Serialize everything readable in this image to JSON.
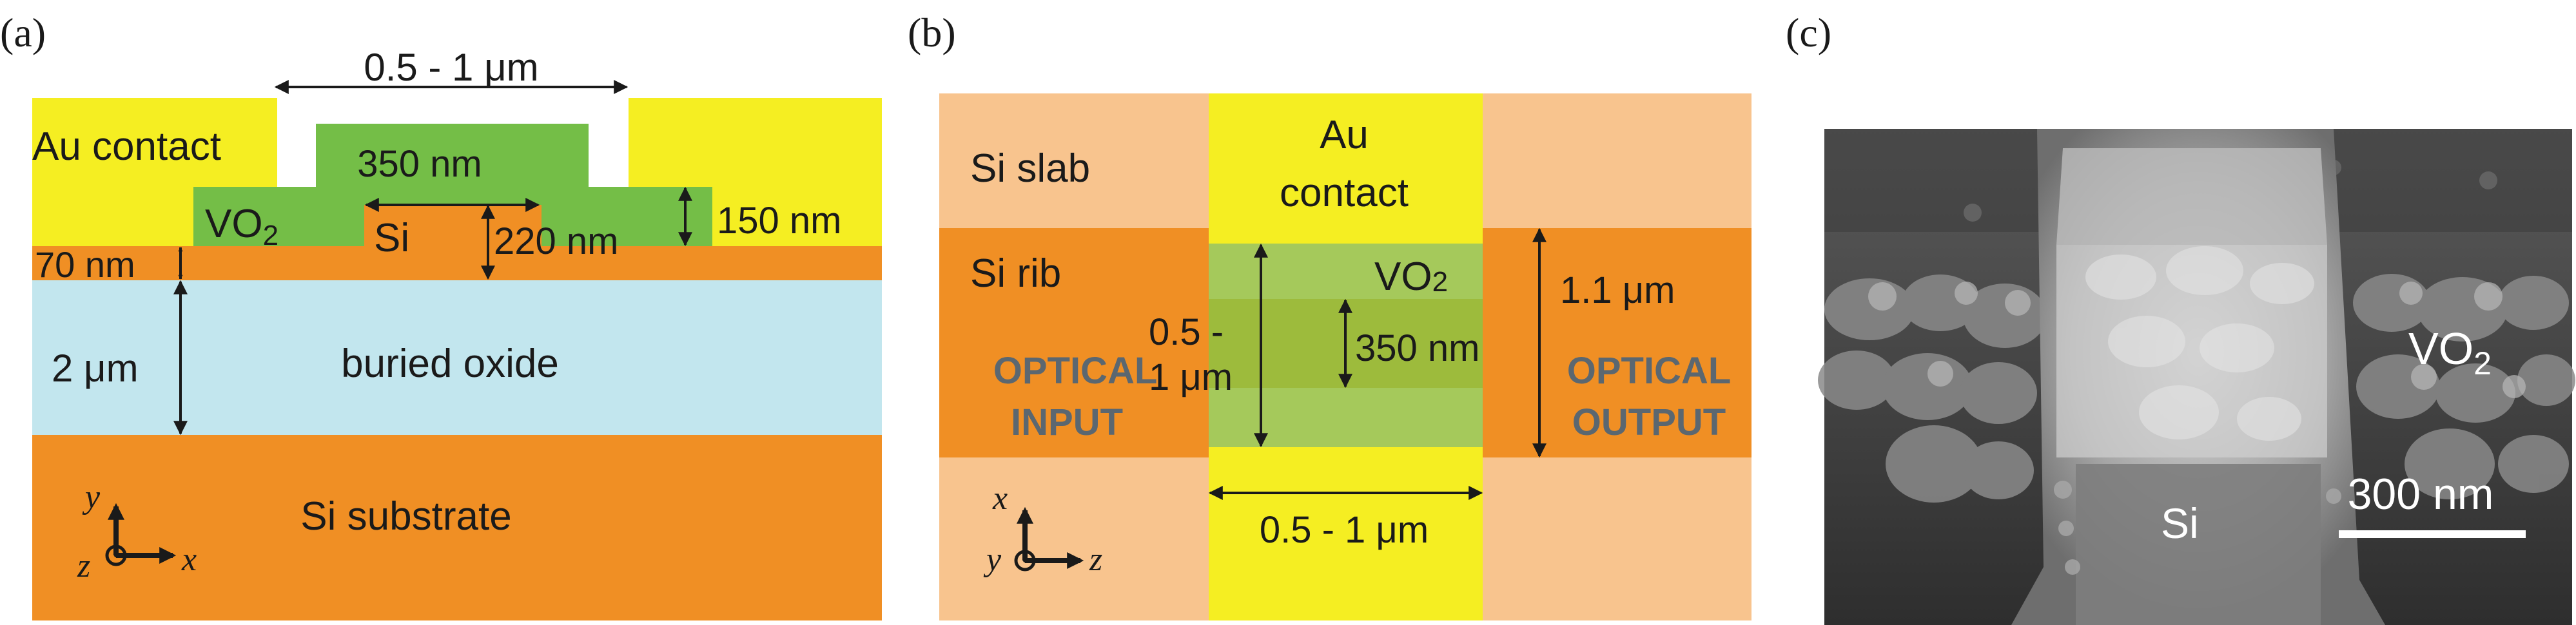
{
  "colors": {
    "gold": "#F5EE22",
    "vo2": "#74BE47",
    "si": "#F08F24",
    "si_light": "#F8C48E",
    "oxide": "#C2E6EE",
    "vo2_over_gold": "#A5C95B",
    "vo2_over_gold_dark": "#9DBB3C"
  },
  "panel_a": {
    "tag": "(a)",
    "gap_label": "0.5 - 1 μm",
    "au_contact": "Au contact",
    "width_350": "350 nm",
    "vo2_main": "VO",
    "vo2_sub": "2",
    "si": "Si",
    "h_220": "220 nm",
    "h_150": "150 nm",
    "h_70": "70 nm",
    "h_2um": "2 μm",
    "buried_oxide": "buried oxide",
    "si_substrate": "Si substrate",
    "axis_y": "y",
    "axis_z": "z",
    "axis_x": "x"
  },
  "panel_b": {
    "tag": "(b)",
    "si_slab": "Si slab",
    "au_line1": "Au",
    "au_line2": "contact",
    "si_rib": "Si rib",
    "vo2_main": "VO",
    "vo2_sub": "2",
    "len_line1": "0.5 -",
    "len_line2": "1 μm",
    "w_350": "350 nm",
    "h_1_1": "1.1 μm",
    "optical_input_1": "OPTICAL",
    "optical_input_2": "INPUT",
    "optical_output_1": "OPTICAL",
    "optical_output_2": "OUTPUT",
    "bottom_len": "0.5 - 1 μm",
    "axis_x": "x",
    "axis_y": "y",
    "axis_z": "z"
  },
  "panel_c": {
    "tag": "(c)",
    "vo2_main": "VO",
    "vo2_sub": "2",
    "si": "Si",
    "scale": "300 nm"
  }
}
